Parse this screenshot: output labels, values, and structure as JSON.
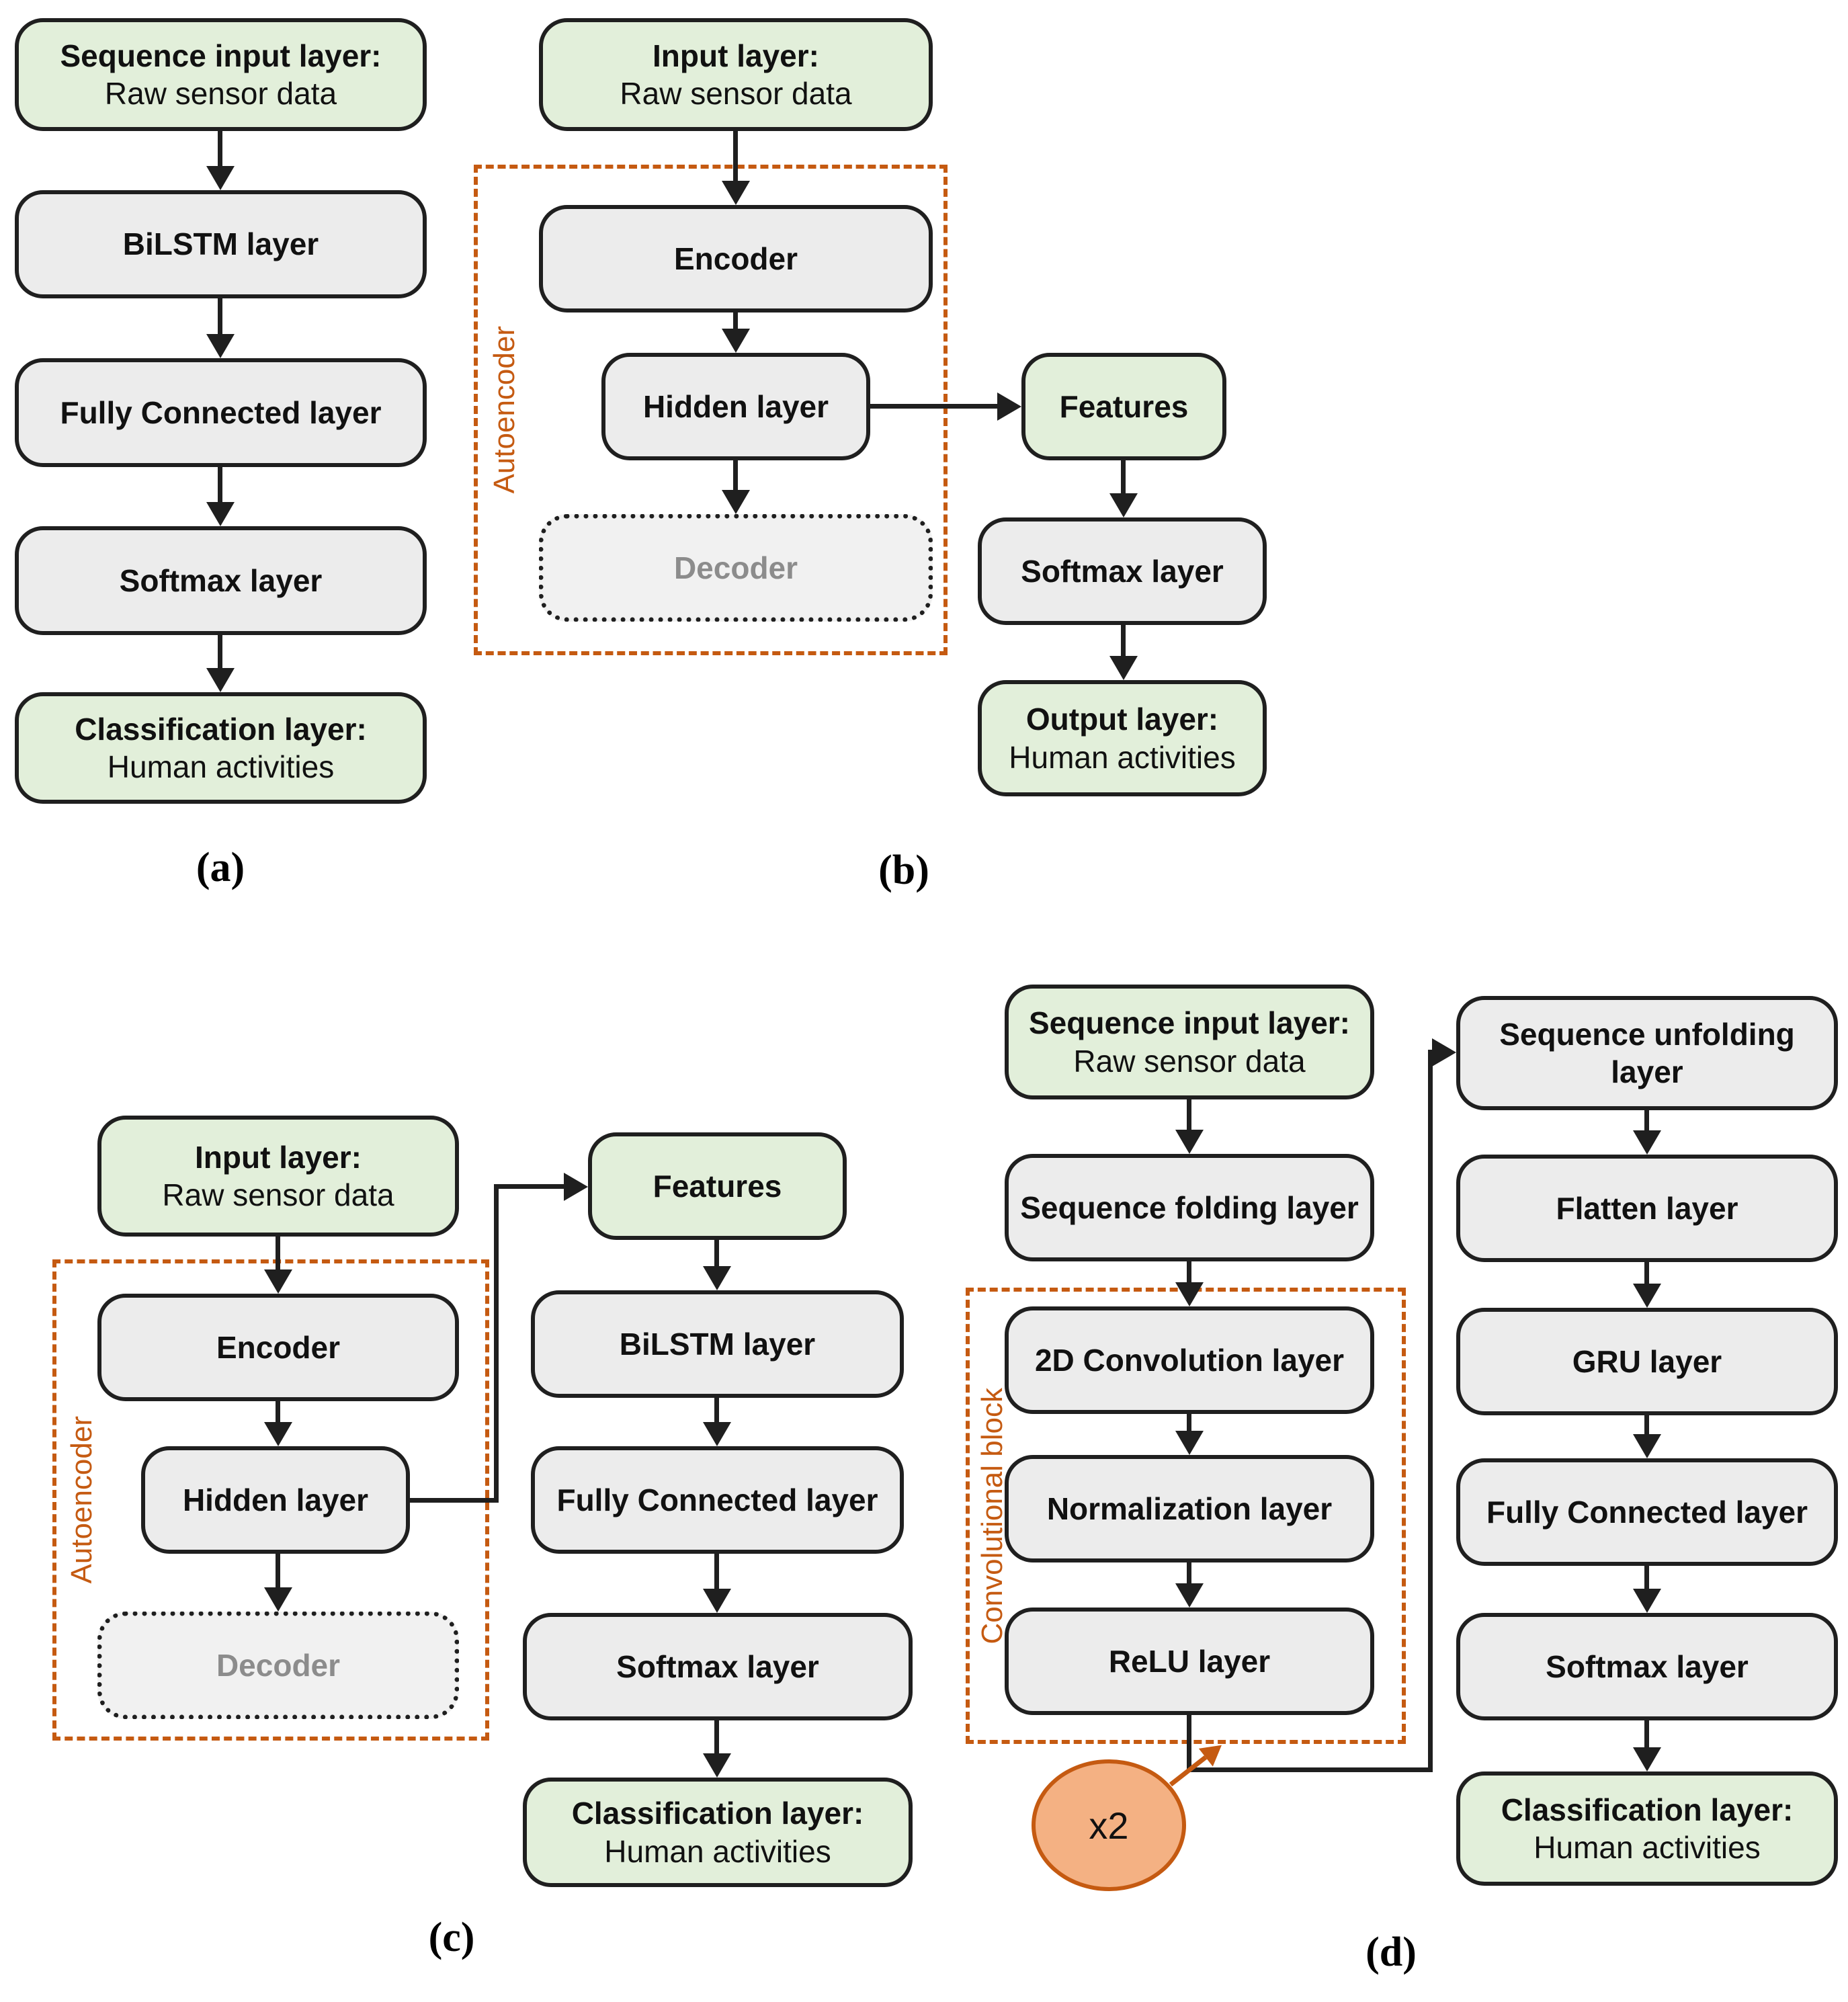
{
  "colors": {
    "green_fill": "#e2efda",
    "gray_fill": "#ececec",
    "decoder_fill": "#f1f1f1",
    "outline": "#1f1f1f",
    "accent_orange": "#c55a11",
    "badge_fill": "#f4b183",
    "decoder_text": "#8c8c8c"
  },
  "a": {
    "input_line1": "Sequence input layer:",
    "input_line2": "Raw sensor data",
    "bilstm": "BiLSTM layer",
    "fully_connected": "Fully Connected layer",
    "softmax": "Softmax layer",
    "output_line1": "Classification layer:",
    "output_line2": "Human activities",
    "caption": "(a)"
  },
  "b": {
    "input_line1": "Input layer:",
    "input_line2": "Raw sensor data",
    "autoencoder": "Autoencoder",
    "encoder": "Encoder",
    "hidden": "Hidden layer",
    "decoder": "Decoder",
    "features": "Features",
    "softmax": "Softmax layer",
    "output_line1": "Output layer:",
    "output_line2": "Human activities",
    "caption": "(b)"
  },
  "c": {
    "input_line1": "Input layer:",
    "input_line2": "Raw sensor data",
    "autoencoder": "Autoencoder",
    "encoder": "Encoder",
    "hidden": "Hidden layer",
    "decoder": "Decoder",
    "features": "Features",
    "bilstm": "BiLSTM layer",
    "fully_connected": "Fully Connected layer",
    "softmax": "Softmax layer",
    "output_line1": "Classification layer:",
    "output_line2": "Human activities",
    "caption": "(c)"
  },
  "d": {
    "input_line1": "Sequence input layer:",
    "input_line2": "Raw sensor data",
    "seq_folding": "Sequence folding layer",
    "conv_block": "Convolutional block",
    "conv2d": "2D Convolution layer",
    "normalization": "Normalization layer",
    "relu": "ReLU layer",
    "repeat_badge": "x2",
    "seq_unfolding": "Sequence unfolding layer",
    "flatten": "Flatten layer",
    "gru": "GRU layer",
    "fully_connected": "Fully Connected layer",
    "softmax": "Softmax layer",
    "output_line1": "Classification layer:",
    "output_line2": "Human activities",
    "caption": "(d)"
  }
}
